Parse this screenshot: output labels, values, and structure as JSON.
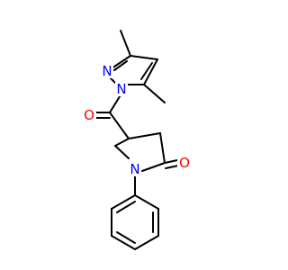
{
  "molecule": {
    "atoms": {
      "n_pyrazole_ring": {
        "symbol": "N",
        "color": "#0000ff"
      },
      "n_pyrazole_acyl": {
        "symbol": "N",
        "color": "#0000ff"
      },
      "o_carbonyl_exo": {
        "symbol": "O",
        "color": "#ff0000"
      },
      "o_lactam": {
        "symbol": "O",
        "color": "#ff0000"
      },
      "n_pyrrolidinone": {
        "symbol": "N",
        "color": "#0000ff"
      }
    },
    "bond_color": "#000000",
    "background": "#ffffff"
  }
}
